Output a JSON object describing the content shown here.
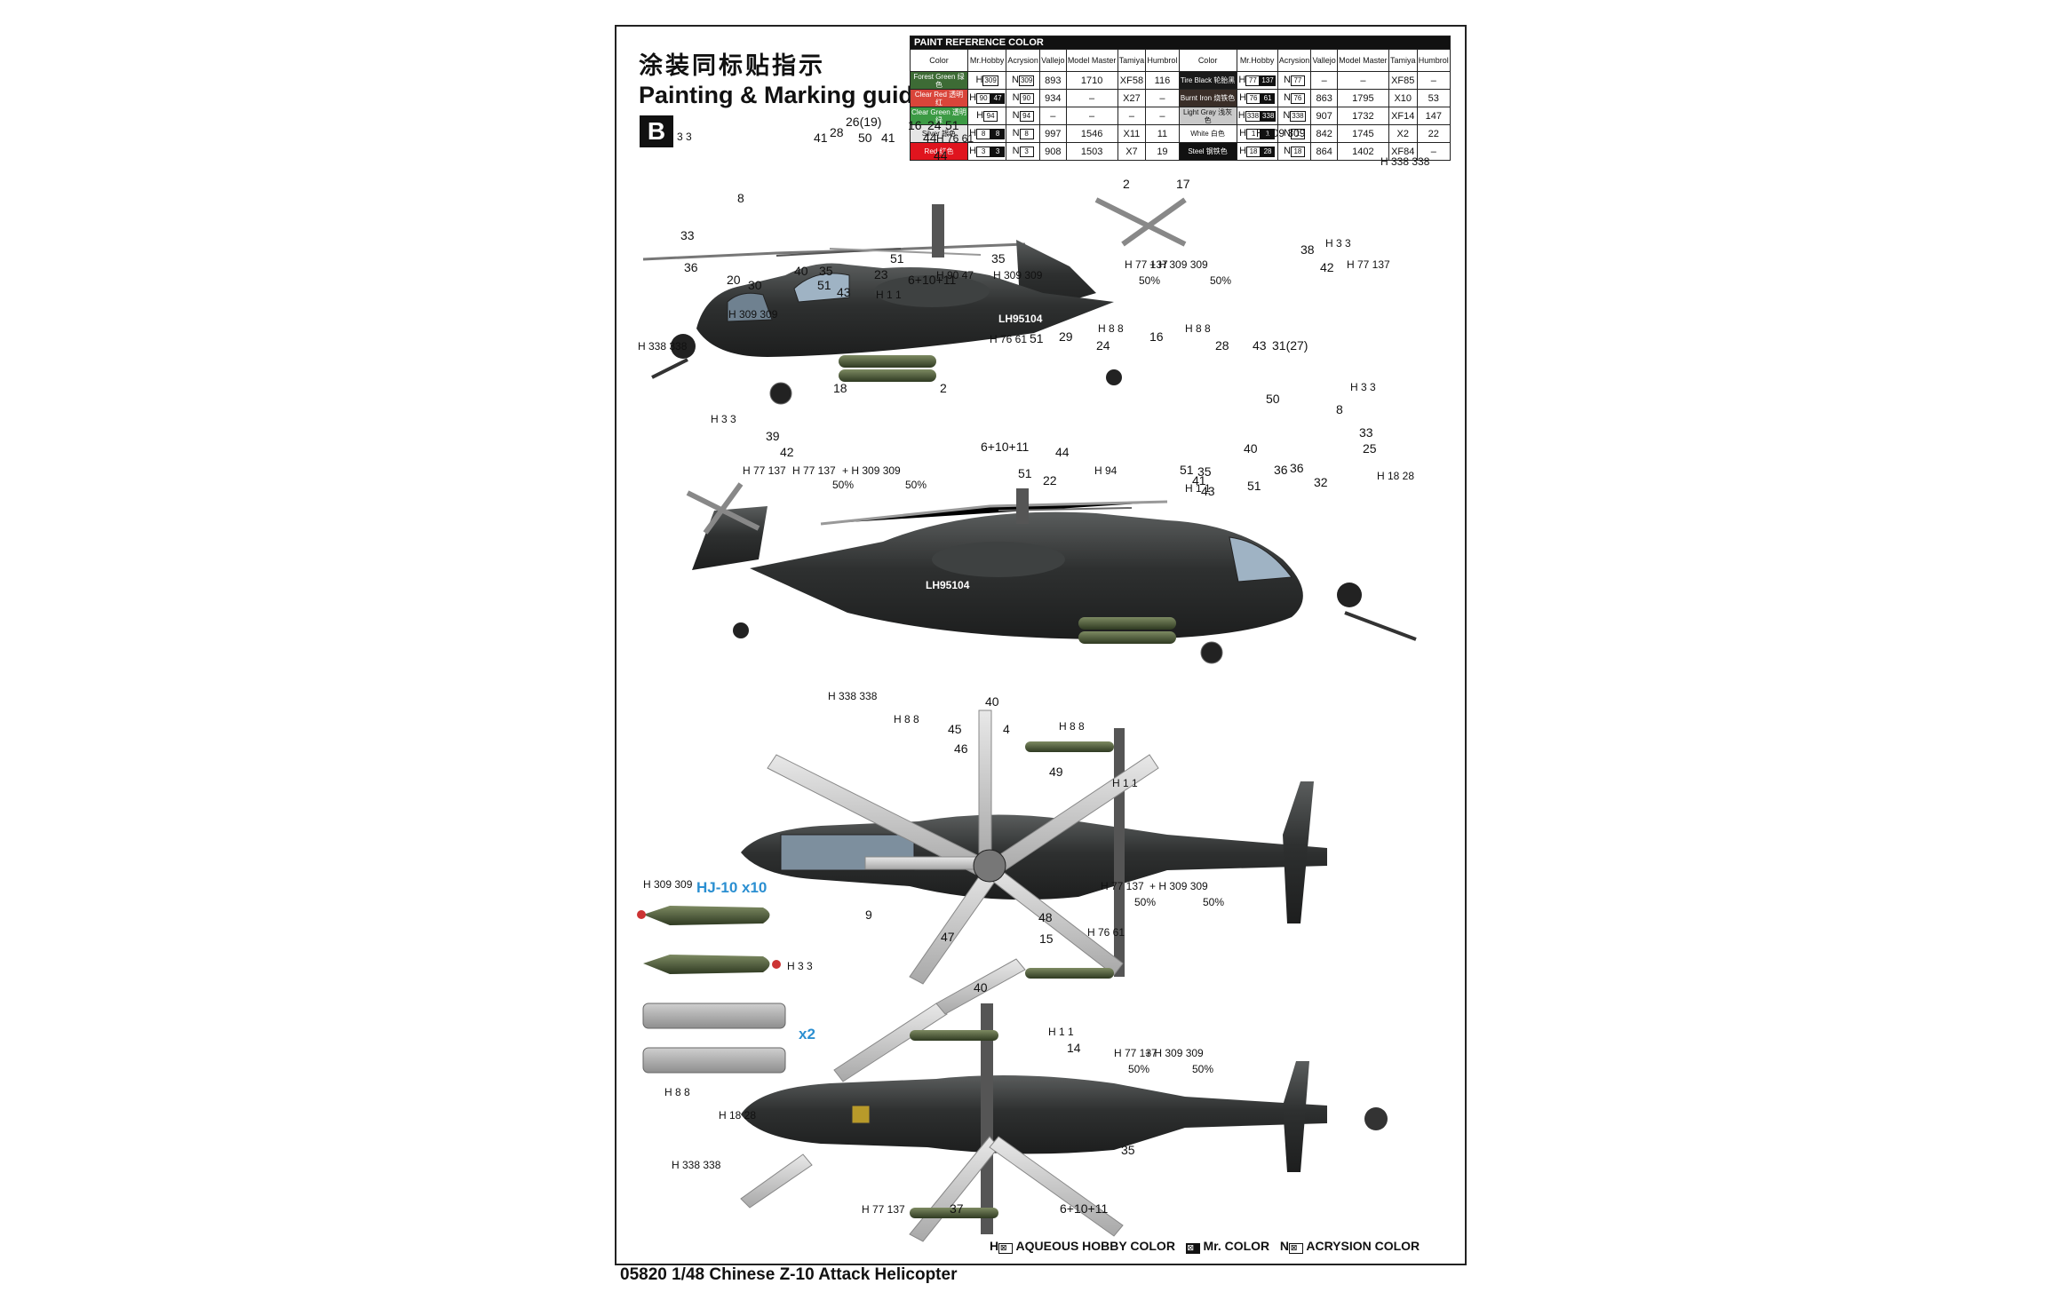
{
  "title_cn": "涂装同标贴指示",
  "title_en": "Painting & Marking guide",
  "sheet_letter": "B",
  "paint_table": {
    "caption": "PAINT  REFERENCE COLOR",
    "headers": [
      "Color",
      "Mr.Hobby",
      "Acrysion",
      "Vallejo",
      "Model Master",
      "Tamiya",
      "Humbrol",
      "Color",
      "Mr.Hobby",
      "Acrysion",
      "Vallejo",
      "Model Master",
      "Tamiya",
      "Humbrol"
    ],
    "rows": [
      {
        "left": {
          "name": "Forest Green 绿色",
          "swatch": "#3d6b35",
          "text": "#fff",
          "mrh": "309",
          "acr": "309",
          "vallejo": "893",
          "mm": "1710",
          "tamiya": "XF58",
          "humbrol": "116"
        },
        "right": {
          "name": "Tire Black 轮胎黑",
          "swatch": "#1a1a1a",
          "text": "#fff",
          "mrh": "77 137",
          "acr": "77",
          "vallejo": "–",
          "mm": "–",
          "tamiya": "XF85",
          "humbrol": "–"
        }
      },
      {
        "left": {
          "name": "Clear Red 透明红",
          "swatch": "#d9453a",
          "text": "#fff",
          "mrh": "90 47",
          "acr": "90",
          "vallejo": "934",
          "mm": "–",
          "tamiya": "X27",
          "humbrol": "–"
        },
        "right": {
          "name": "Burnt Iron 烧铁色",
          "swatch": "#3a2e28",
          "text": "#fff",
          "mrh": "76 61",
          "acr": "76",
          "vallejo": "863",
          "mm": "1795",
          "tamiya": "X10",
          "humbrol": "53"
        }
      },
      {
        "left": {
          "name": "Clear Green 透明绿",
          "swatch": "#3c9a44",
          "text": "#fff",
          "mrh": "94",
          "acr": "94",
          "vallejo": "–",
          "mm": "–",
          "tamiya": "–",
          "humbrol": "–"
        },
        "right": {
          "name": "Light Gray 浅灰色",
          "swatch": "#c9c9c9",
          "text": "#111",
          "mrh": "338 338",
          "acr": "338",
          "vallejo": "907",
          "mm": "1732",
          "tamiya": "XF14",
          "humbrol": "147"
        }
      },
      {
        "left": {
          "name": "Silver 银色",
          "swatch": "#e6e6e6",
          "text": "#111",
          "mrh": "8 8",
          "acr": "8",
          "vallejo": "997",
          "mm": "1546",
          "tamiya": "X11",
          "humbrol": "11"
        },
        "right": {
          "name": "White 白色",
          "swatch": "#ffffff",
          "text": "#111",
          "mrh": "1 1",
          "acr": "1",
          "vallejo": "842",
          "mm": "1745",
          "tamiya": "X2",
          "humbrol": "22"
        }
      },
      {
        "left": {
          "name": "Red 红色",
          "swatch": "#e0141e",
          "text": "#fff",
          "mrh": "3 3",
          "acr": "3",
          "vallejo": "908",
          "mm": "1503",
          "tamiya": "X7",
          "humbrol": "19"
        },
        "right": {
          "name": "Steel 钢铁色",
          "swatch": "#111111",
          "text": "#fff",
          "mrh": "18 28",
          "acr": "18",
          "vallejo": "864",
          "mm": "1402",
          "tamiya": "XF84",
          "humbrol": "–"
        }
      }
    ]
  },
  "views": {
    "side_left": {
      "serial": "LH95104",
      "callouts": [
        "26(19)",
        "16",
        "24",
        "44",
        "44",
        "41",
        "28",
        "50",
        "41",
        "8",
        "33",
        "36",
        "20",
        "30",
        "40",
        "35",
        "51",
        "43",
        "23",
        "51",
        "6+10+11",
        "35",
        "51",
        "2",
        "17",
        "38",
        "42"
      ],
      "paint_labels": [
        "H 3 3",
        "H 76 61",
        "H 309 309",
        "H 338 338",
        "H 3 3",
        "H 90 47",
        "H 309 309",
        "H 1 1",
        "H 77 137",
        "+ H 309 309",
        "H 77 137"
      ],
      "percent": [
        "50%",
        "50%"
      ]
    },
    "side_right": {
      "serial": "LH95104",
      "callouts": [
        "51",
        "29",
        "24",
        "16",
        "28",
        "43",
        "31(27)",
        "50",
        "18",
        "2",
        "39",
        "42",
        "6+10+11",
        "44",
        "51",
        "22",
        "51",
        "41",
        "43",
        "35",
        "40",
        "36",
        "51",
        "8",
        "33",
        "25",
        "36",
        "32"
      ],
      "paint_labels": [
        "H 309 309",
        "H 338 338",
        "H 76 61",
        "H 8 8",
        "H 8 8",
        "H 3 3",
        "H 3 3",
        "H 77 137",
        "H 77 137",
        "+ H 309 309",
        "H 94",
        "H 1 1",
        "H 18 28"
      ],
      "percent": [
        "50%",
        "50%"
      ]
    },
    "top": {
      "callouts": [
        "40",
        "4",
        "45",
        "46",
        "49",
        "9",
        "47",
        "48",
        "15",
        "40"
      ],
      "paint_labels": [
        "H 338 338",
        "H 8 8",
        "H 8 8",
        "H 1 1",
        "H 77 137",
        "+ H 309 309",
        "H 76 61"
      ],
      "percent": [
        "50%",
        "50%"
      ]
    },
    "bottom": {
      "callouts": [
        "14",
        "35",
        "37",
        "6+10+11"
      ],
      "paint_labels": [
        "H 1 1",
        "H 77 137",
        "+ H 309 309",
        "H 18 28",
        "H 338 338",
        "H 77 137"
      ],
      "percent": [
        "50%",
        "50%"
      ]
    }
  },
  "missiles": {
    "label": "HJ-10 x10",
    "paint_top": "H 309 309",
    "paint_tip": "H 3 3"
  },
  "pods": {
    "label": "x2",
    "paint": "H 8 8"
  },
  "legend": {
    "h": "H",
    "h_text": "AQUEOUS HOBBY COLOR",
    "mr": "Mr. COLOR",
    "n": "N",
    "n_text": "ACRYSION COLOR"
  },
  "footer": "05820  1/48   Chinese Z-10 Attack Helicopter",
  "colors": {
    "body": "#2b2d2d",
    "body_light": "#3a3c3c",
    "blade": "#c8c8c8",
    "missile": "#4d5a3c"
  }
}
